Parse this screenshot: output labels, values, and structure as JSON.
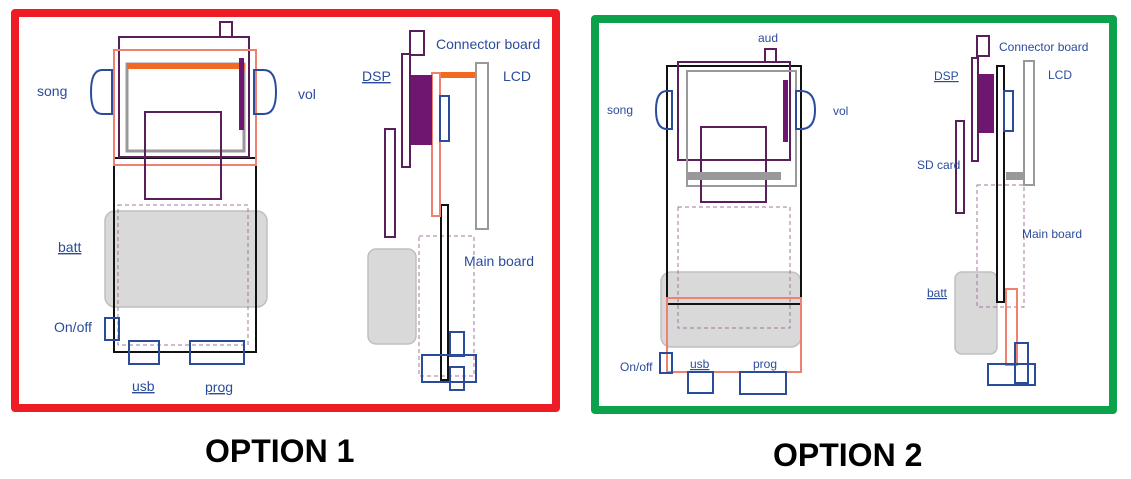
{
  "colors": {
    "option1_border": "#ee1c24",
    "option2_border": "#0ca24b",
    "label": "#2b4c9b",
    "purple": "#5a1f5a",
    "dsp_fill": "#6f1670",
    "salmon": "#f08070",
    "orange": "#f26a21",
    "gray": "#999999",
    "blue": "#2b4c9b",
    "battery_fill": "#d9d9d9",
    "dashed": "#a0789f"
  },
  "option1": {
    "caption": "OPTION 1",
    "labels": {
      "song": "song",
      "vol": "vol",
      "batt": "batt",
      "on_off": "On/off",
      "usb": "usb",
      "prog": "prog",
      "dsp": "DSP",
      "connector_board": "Connector board",
      "lcd": "LCD",
      "main_board": "Main board"
    }
  },
  "option2": {
    "caption": "OPTION 2",
    "labels": {
      "aud": "aud",
      "song": "song",
      "vol": "vol",
      "on_off": "On/off",
      "usb": "usb",
      "prog": "prog",
      "dsp": "DSP",
      "connector_board": "Connector board",
      "lcd": "LCD",
      "sd_card": "SD card",
      "main_board": "Main board",
      "batt": "batt"
    }
  }
}
